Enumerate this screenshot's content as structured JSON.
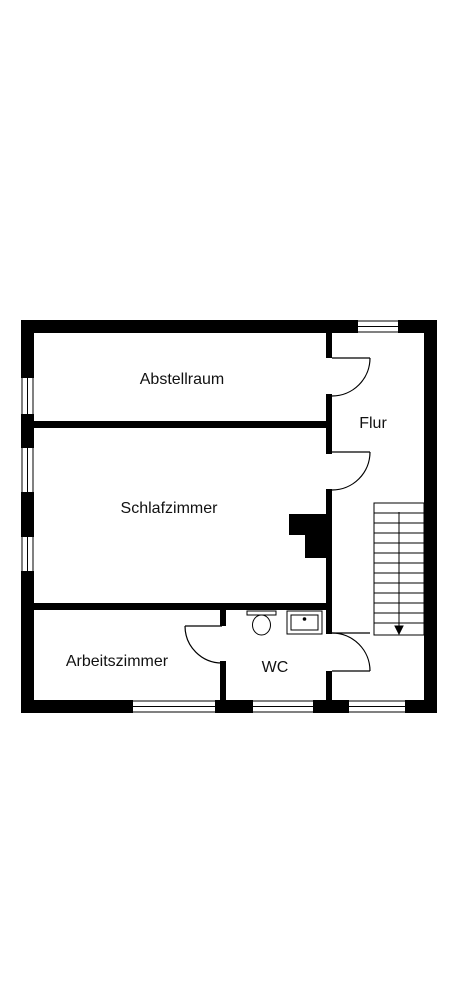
{
  "floorplan": {
    "rooms": [
      {
        "id": "abstellraum",
        "label": "Abstellraum"
      },
      {
        "id": "flur",
        "label": "Flur"
      },
      {
        "id": "schlafzimmer",
        "label": "Schlafzimmer"
      },
      {
        "id": "arbeitszimmer",
        "label": "Arbeitszimmer"
      },
      {
        "id": "wc",
        "label": "WC"
      }
    ]
  }
}
